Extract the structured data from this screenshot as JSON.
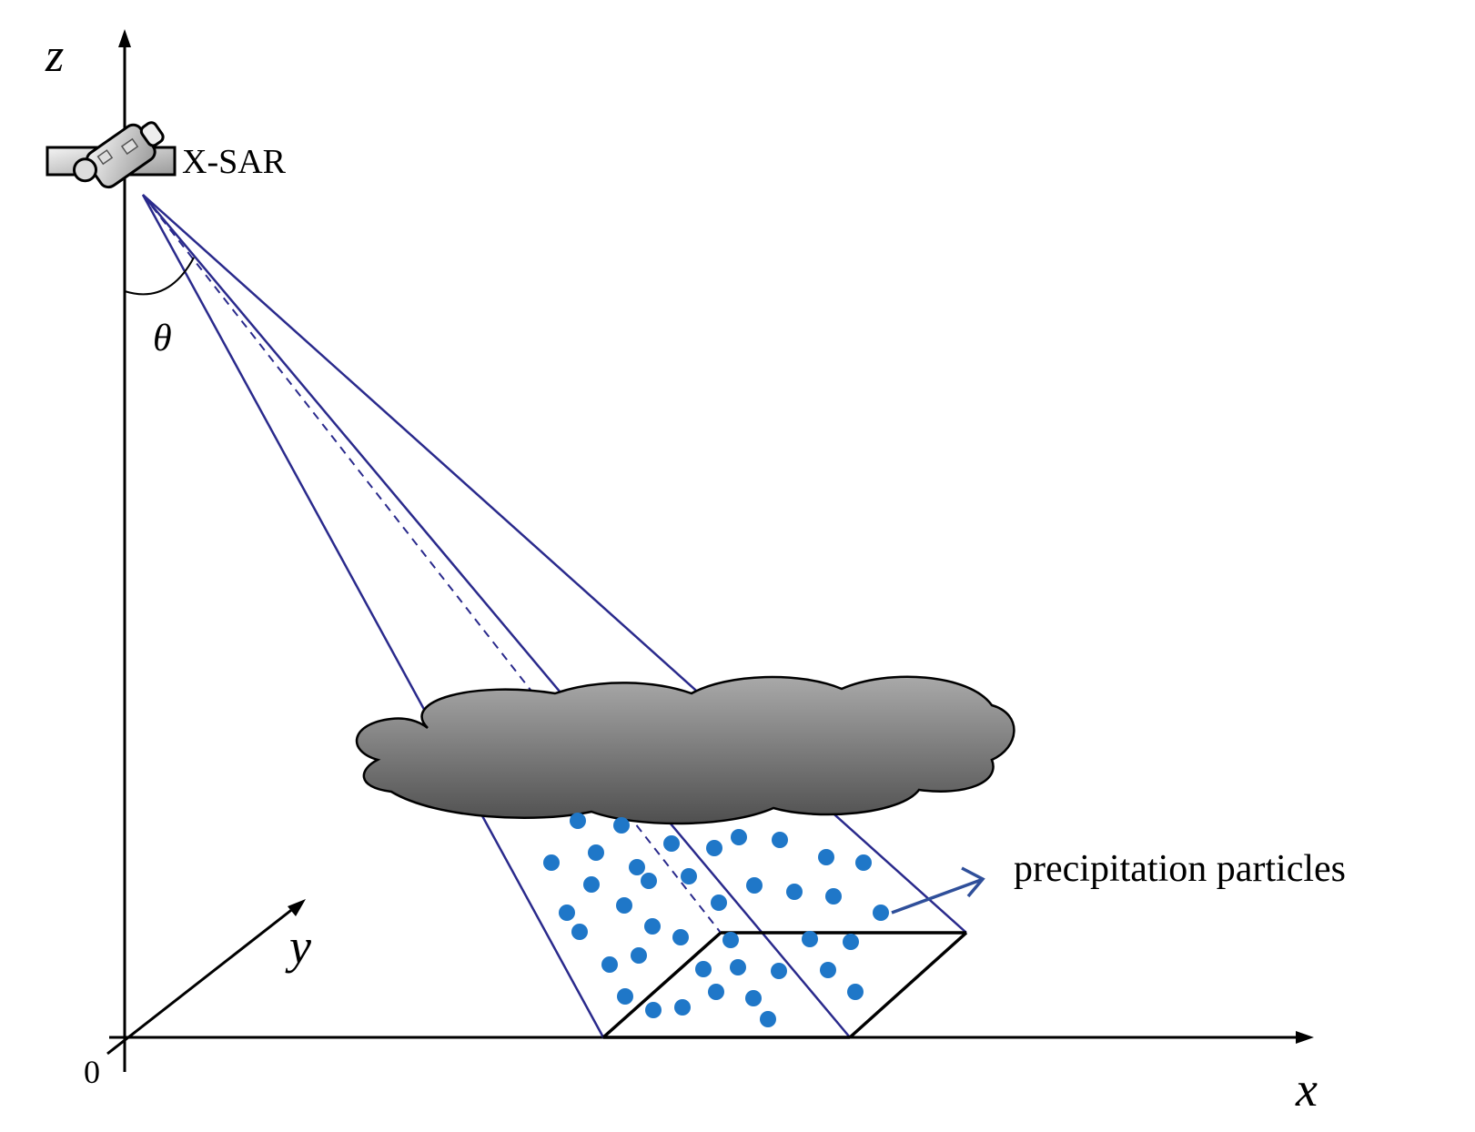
{
  "labels": {
    "z_axis": "z",
    "x_axis": "x",
    "y_axis": "y",
    "origin": "0",
    "sensor": "X-SAR",
    "angle": "θ",
    "particles": "precipitation particles"
  },
  "colors": {
    "beam": "#2a2a8c",
    "particle": "#1f77c8",
    "cloud_dark": "#5a5a5a",
    "cloud_light": "#a9a9a9",
    "annotation_arrow": "#2f4f9a",
    "axes": "#000000"
  }
}
